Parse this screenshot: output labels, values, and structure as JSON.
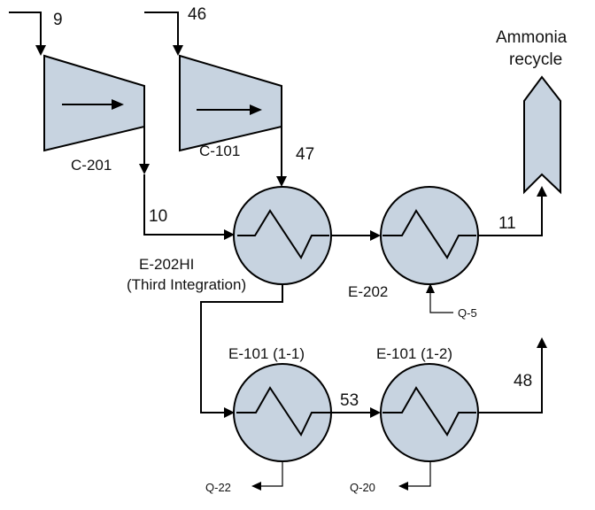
{
  "colors": {
    "equipment_fill": "#c7d3e0",
    "line": "#000000"
  },
  "streams": {
    "s9": "9",
    "s46": "46",
    "s47": "47",
    "s10": "10",
    "s11": "11",
    "s53": "53",
    "s48": "48"
  },
  "equipment": {
    "c201": "C-201",
    "c101": "C-101",
    "e202hi_name": "E-202HI",
    "e202hi_note": "(Third Integration)",
    "e202": "E-202",
    "e101a": "E-101 (1-1)",
    "e101b": "E-101 (1-2)",
    "ammonia_line1": "Ammonia",
    "ammonia_line2": "recycle"
  },
  "duties": {
    "q5": "Q-5",
    "q22": "Q-22",
    "q20": "Q-20"
  }
}
